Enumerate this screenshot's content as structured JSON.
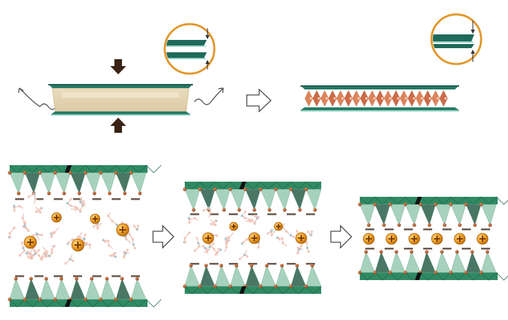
{
  "figure": {
    "top_row": {
      "stages": [
        "swollen-film",
        "compressed-film"
      ],
      "arrow_between": "hollow-right-arrow",
      "press_arrows": "dark-brown-vertical-arrows",
      "evaporation": "wavy-arrows",
      "insets": "orange-circle-zoom"
    },
    "bottom_row": {
      "stages": [
        "wide-interlayer",
        "narrower-interlayer",
        "collapsed-interlayer"
      ],
      "arrows_between": [
        "hollow-right-arrow",
        "hollow-right-arrow"
      ],
      "cation_counts": [
        5,
        5,
        6
      ]
    }
  },
  "colors": {
    "sheet_green": "#2f8a63",
    "sheet_dark": "#1f6a4a",
    "tetra_light": "#9fcfb8",
    "tetra_dark": "#3b6b58",
    "oxygen": "#a85a2e",
    "cation": "#e89a22",
    "film_body": "#e9dcc0",
    "film_plate": "#267a66",
    "press_arrow": "#3a2314",
    "molecule": "#e9b4a6",
    "mol_blue": "#9fc8d8",
    "hollow_arrow": "#444444"
  },
  "icons": {
    "cation": "plus-circle-icon",
    "press": "solid-arrow-icon",
    "steam": "wavy-arrow-icon"
  }
}
